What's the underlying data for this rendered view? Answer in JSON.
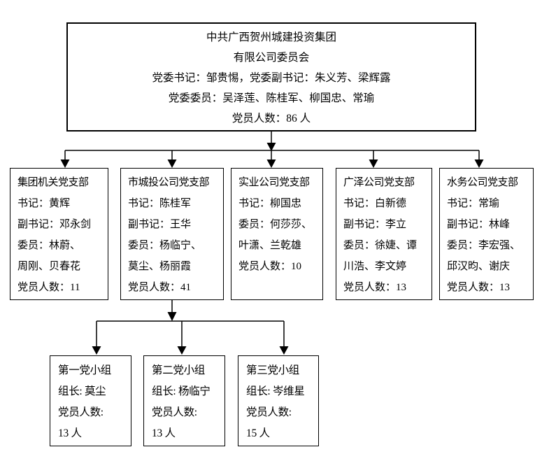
{
  "root": {
    "lines": [
      "中共广西贺州城建投资集团",
      "有限公司委员会",
      "党委书记：邹贵惕，党委副书记：朱义芳、梁辉露",
      "党委委员：吴泽莲、陈桂军、柳国忠、常瑜",
      "党员人数：86 人"
    ]
  },
  "branches": [
    {
      "lines": [
        "集团机关党支部",
        "书记：黄辉",
        "副书记：邓永剑",
        "委员：林蔚、",
        "周刚、贝春花",
        "党员人数：11"
      ]
    },
    {
      "lines": [
        "市城投公司党支部",
        "书记：陈桂军",
        "副书记：王华",
        "委员：杨临宁、",
        "莫尘、杨丽霞",
        "党员人数：41"
      ]
    },
    {
      "lines": [
        "实业公司党支部",
        "书记：柳国忠",
        "委员：何莎莎、",
        "叶潇、兰乾雄",
        "党员人数：10"
      ]
    },
    {
      "lines": [
        "广泽公司党支部",
        "书记：白新德",
        "副书记：李立",
        "委员：徐婕、谭",
        "川浩、李文婷",
        "党员人数：13"
      ]
    },
    {
      "lines": [
        "水务公司党支部",
        "书记：常瑜",
        "副书记：林峰",
        "委员：李宏强、",
        "邱汉昀、谢庆",
        "党员人数：13"
      ]
    }
  ],
  "groups": [
    {
      "lines": [
        "第一党小组",
        "组长: 莫尘",
        "党员人数:",
        "13 人"
      ]
    },
    {
      "lines": [
        "第二党小组",
        "组长: 杨临宁",
        "党员人数:",
        "13 人"
      ]
    },
    {
      "lines": [
        "第三党小组",
        "组长: 岑维星",
        "党员人数:",
        "15 人"
      ]
    }
  ],
  "colors": {
    "background": "#ffffff",
    "line": "#000000",
    "text": "#000000"
  }
}
